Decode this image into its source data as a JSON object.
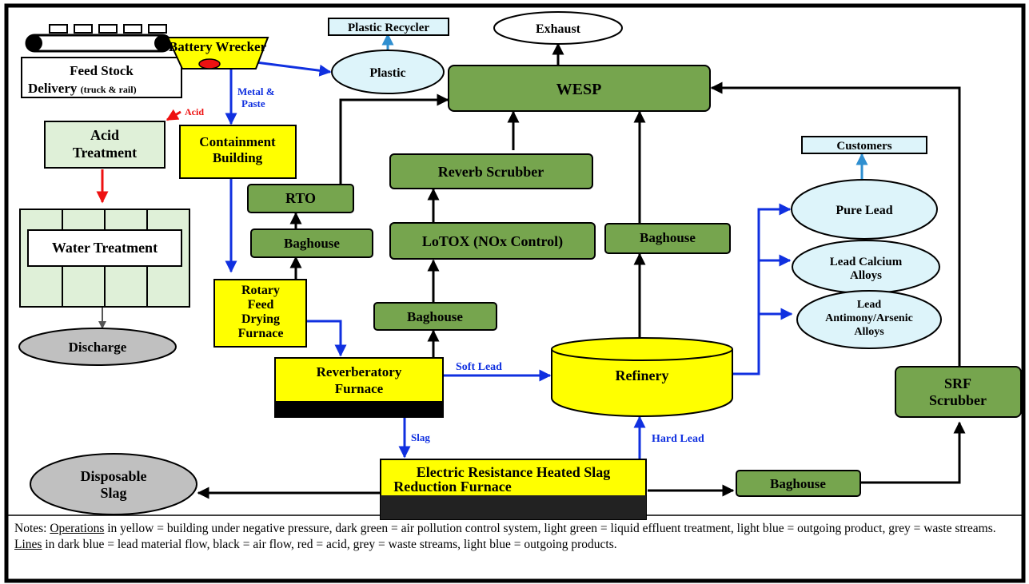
{
  "nodes": {
    "plastic_recycler": "Plastic Recycler",
    "exhaust": "Exhaust",
    "battery_wrecker": "Battery Wrecker",
    "feed_stock_line1": "Feed Stock",
    "feed_stock_line2": "Delivery",
    "feed_stock_line2_small": "(truck & rail)",
    "plastic": "Plastic",
    "wesp": "WESP",
    "acid_treatment_line1": "Acid",
    "acid_treatment_line2": "Treatment",
    "containment_line1": "Containment",
    "containment_line2": "Building",
    "reverb_scrubber": "Reverb Scrubber",
    "customers": "Customers",
    "rto": "RTO",
    "baghouse_rto": "Baghouse",
    "lotox": "LoTOX (NOx Control)",
    "baghouse_refinery": "Baghouse",
    "pure_lead": "Pure Lead",
    "water_treatment": "Water Treatment",
    "lead_calcium_line1": "Lead Calcium",
    "lead_calcium_line2": "Alloys",
    "rotary_line1": "Rotary",
    "rotary_line2": "Feed",
    "rotary_line3": "Drying",
    "rotary_line4": "Furnace",
    "baghouse_reverb": "Baghouse",
    "lead_antimony_line1": "Lead",
    "lead_antimony_line2": "Antimony/Arsenic",
    "lead_antimony_line3": "Alloys",
    "discharge": "Discharge",
    "reverberatory_line1": "Reverberatory",
    "reverberatory_line2": "Furnace",
    "refinery": "Refinery",
    "srf_line1": "SRF",
    "srf_line2": "Scrubber",
    "disposable_line1": "Disposable",
    "disposable_line2": "Slag",
    "electric_line1": "Electric Resistance Heated Slag",
    "electric_line2": "Reduction Furnace",
    "baghouse_electric": "Baghouse"
  },
  "flow_labels": {
    "acid": "Acid",
    "metal_paste_line1": "Metal &",
    "metal_paste_line2": "Paste",
    "soft_lead": "Soft Lead",
    "slag": "Slag",
    "hard_lead": "Hard Lead"
  },
  "notes": {
    "prefix": "Notes:",
    "operations_word": "Operations",
    "operations_text": "in yellow = building under negative pressure, dark green = air pollution control system, light green = liquid effluent treatment, light blue = outgoing product, grey = waste streams.",
    "lines_word": "Lines",
    "lines_text": "in dark blue = lead material flow, black = air flow, red = acid, grey = waste streams, light blue = outgoing products."
  },
  "colors": {
    "dark_green": "#76a54e",
    "yellow": "#ffff00",
    "light_green": "#dff0d8",
    "light_blue": "#ddf4fa",
    "grey": "#c0c0c0",
    "blue_line": "#1030e0",
    "red_line": "#ee1111",
    "sky_line": "#2f8fd0"
  }
}
